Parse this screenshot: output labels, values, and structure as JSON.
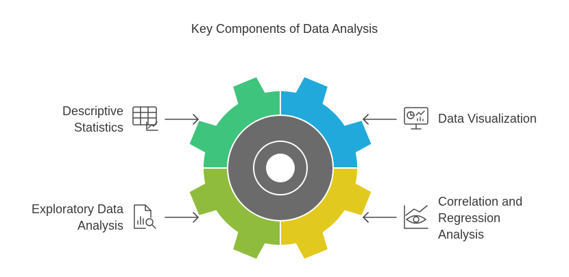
{
  "title": "Key Components of Data Analysis",
  "components": [
    {
      "id": "descriptive",
      "lines": [
        "Descriptive",
        "Statistics"
      ],
      "icon": "table-chart-icon",
      "color": "#3ec47c"
    },
    {
      "id": "visualization",
      "lines": [
        "Data Visualization"
      ],
      "icon": "monitor-chart-icon",
      "color": "#22a9dc"
    },
    {
      "id": "exploratory",
      "lines": [
        "Exploratory Data",
        "Analysis"
      ],
      "icon": "document-search-icon",
      "color": "#8fbc3c"
    },
    {
      "id": "correlation",
      "lines": [
        "Correlation and",
        "Regression",
        "Analysis"
      ],
      "icon": "eye-trend-icon",
      "color": "#e2c91f"
    }
  ],
  "gear": {
    "core_color": "#6b6b6b"
  }
}
